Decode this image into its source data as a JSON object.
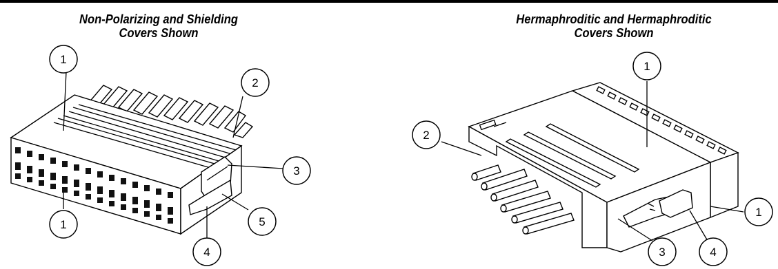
{
  "left_figure": {
    "title_line1": "Non-Polarizing and Shielding",
    "title_line2": "Covers Shown",
    "callouts": [
      "1",
      "2",
      "3",
      "1",
      "5",
      "4"
    ]
  },
  "right_figure": {
    "title_line1": "Hermaphroditic and Hermaphroditic",
    "title_line2": "Covers Shown",
    "callouts": [
      "1",
      "2",
      "3",
      "4",
      "1"
    ]
  }
}
